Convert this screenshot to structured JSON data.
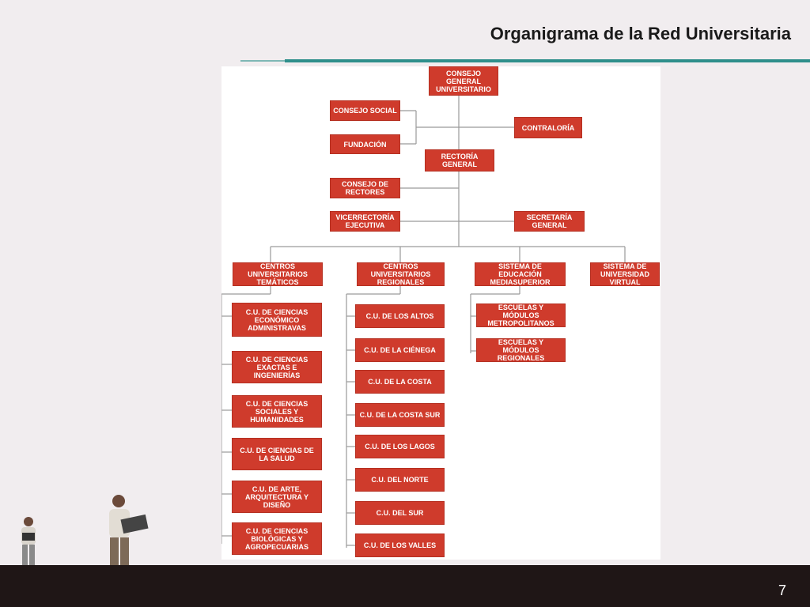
{
  "title": "Organigrama de la Red Universitaria",
  "page_number": "7",
  "colors": {
    "box": "#cf3b2c",
    "accent": "#2f8f8b",
    "footer": "#1f1616"
  },
  "org": {
    "consejo_general": "CONSEJO GENERAL UNIVERSITARIO",
    "consejo_social": "CONSEJO SOCIAL",
    "fundacion": "FUNDACIÓN",
    "contraloria": "CONTRALORÍA",
    "rectoria": "RECTORÍA GENERAL",
    "consejo_rectores": "CONSEJO DE RECTORES",
    "vicerrectoria": "VICERRECTORÍA EJECUTIVA",
    "secretaria": "SECRETARÍA GENERAL",
    "tematicos": {
      "label": "CENTROS UNIVERSITARIOS TEMÁTICOS",
      "items": [
        "C.U. DE CIENCIAS ECONÓMICO ADMINISTRAVAS",
        "C.U. DE CIENCIAS EXACTAS E INGENIERÍAS",
        "C.U. DE CIENCIAS SOCIALES Y HUMANIDADES",
        "C.U. DE CIENCIAS DE LA SALUD",
        "C.U. DE ARTE, ARQUITECTURA Y DISEÑO",
        "C.U. DE CIENCIAS BIOLÓGICAS Y AGROPECUARIAS"
      ]
    },
    "regionales": {
      "label": "CENTROS UNIVERSITARIOS REGIONALES",
      "items": [
        "C.U. DE LOS ALTOS",
        "C.U. DE LA CIÉNEGA",
        "C.U. DE LA  COSTA",
        "C.U. DE  LA COSTA SUR",
        "C.U. DE LOS LAGOS",
        "C.U. DEL NORTE",
        "C.U. DEL SUR",
        "C.U. DE LOS VALLES"
      ]
    },
    "media_superior": {
      "label": "SISTEMA DE  EDUCACIÓN MEDIASUPERIOR",
      "items": [
        "ESCUELAS Y MÓDULOS METROPOLITANOS",
        "ESCUELAS Y MÓDULOS REGIONALES"
      ]
    },
    "virtual": "SISTEMA DE UNIVERSIDAD VIRTUAL"
  }
}
